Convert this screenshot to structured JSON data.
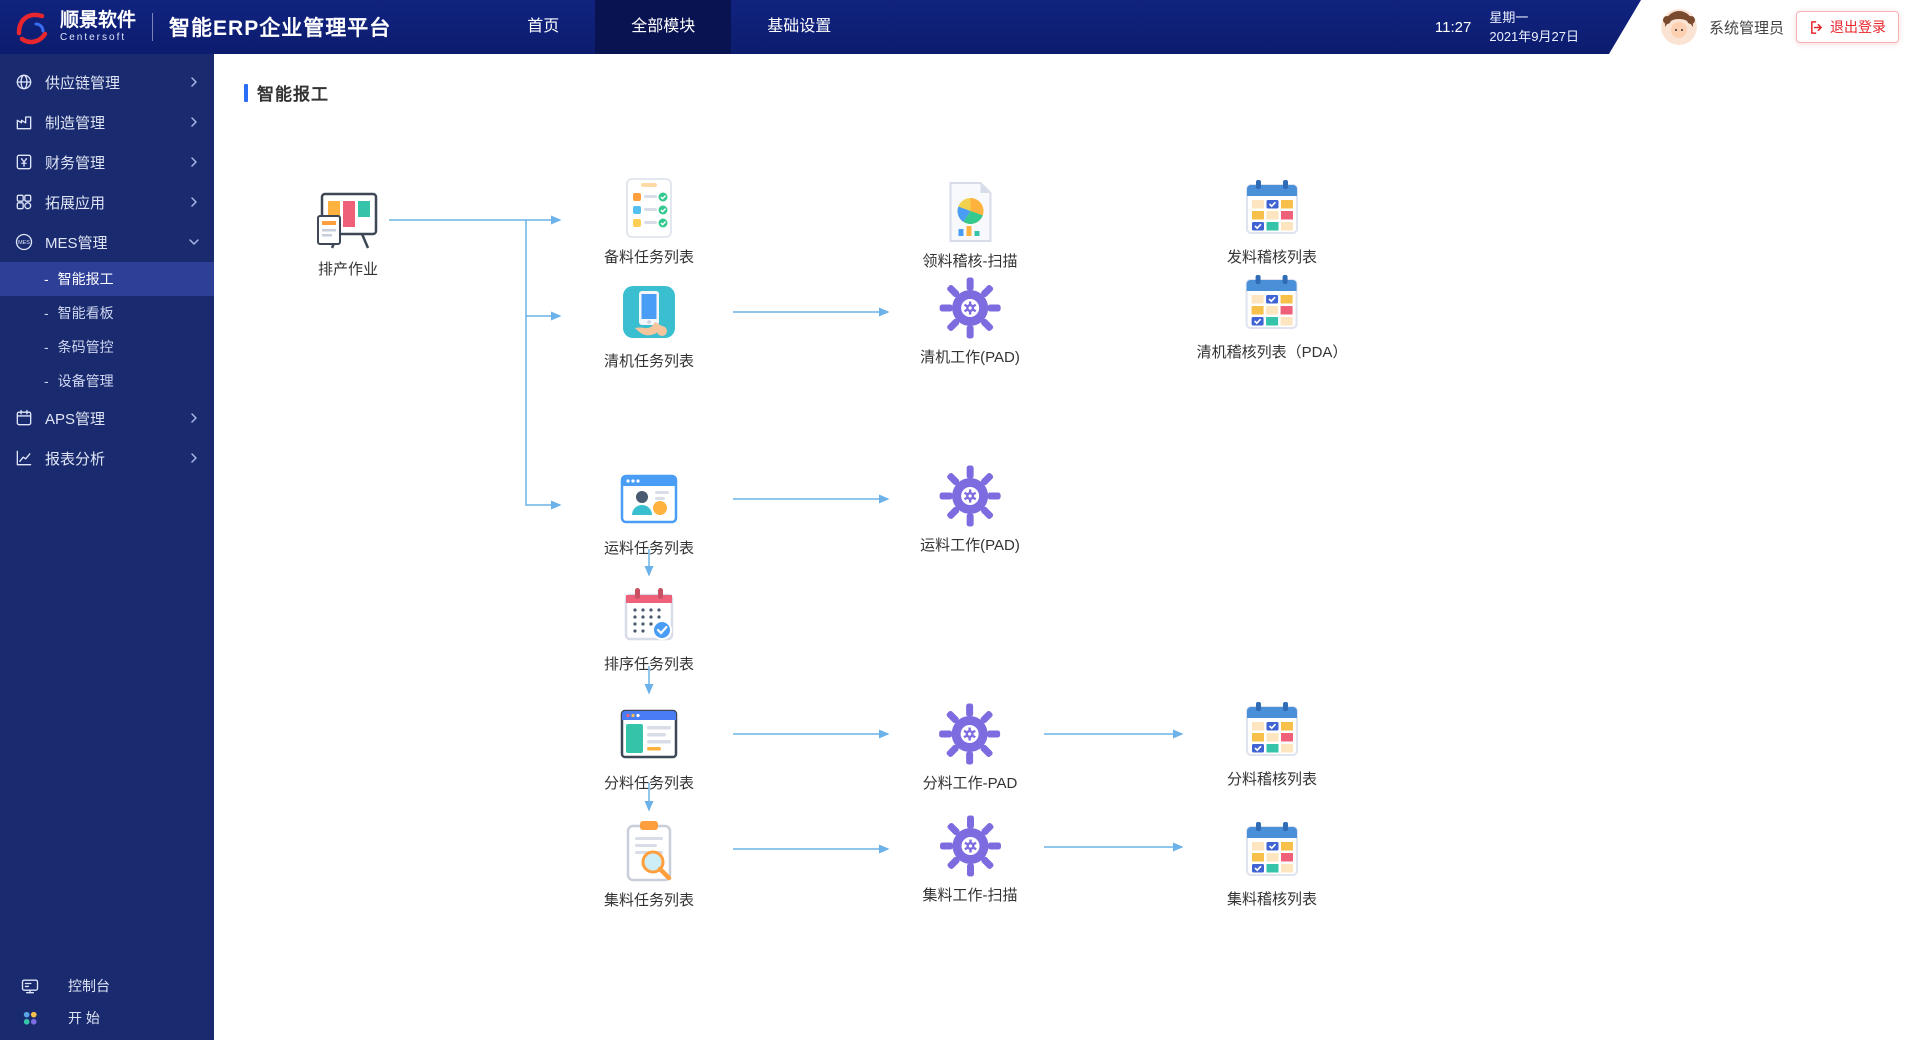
{
  "header": {
    "brand": {
      "name": "顺景软件",
      "sub": "Centersoft"
    },
    "app_title": "智能ERP企业管理平台",
    "tabs": [
      {
        "label": "首页",
        "active": false
      },
      {
        "label": "全部模块",
        "active": true
      },
      {
        "label": "基础设置",
        "active": false
      }
    ],
    "time": "11:27",
    "weekday": "星期一",
    "date": "2021年9月27日",
    "username": "系统管理员",
    "logout_label": "退出登录",
    "accent_red": "#e8262d"
  },
  "sidebar": {
    "bullet": "-",
    "groups": [
      {
        "label": "供应链管理",
        "icon": "supply-chain-icon",
        "state": "collapsed"
      },
      {
        "label": "制造管理",
        "icon": "manufacturing-icon",
        "state": "collapsed"
      },
      {
        "label": "财务管理",
        "icon": "finance-icon",
        "state": "collapsed"
      },
      {
        "label": "拓展应用",
        "icon": "extension-apps-icon",
        "state": "collapsed"
      },
      {
        "label": "MES管理",
        "icon": "mes-icon",
        "state": "expanded"
      },
      {
        "label": "APS管理",
        "icon": "aps-calendar-icon",
        "state": "collapsed"
      },
      {
        "label": "报表分析",
        "icon": "report-chart-icon",
        "state": "collapsed"
      }
    ],
    "mes_children": [
      {
        "label": "智能报工",
        "active": true
      },
      {
        "label": "智能看板",
        "active": false
      },
      {
        "label": "条码管控",
        "active": false
      },
      {
        "label": "设备管理",
        "active": false
      }
    ],
    "footer": [
      {
        "label": "控制台",
        "icon": "console-monitor-icon"
      },
      {
        "label": "开 始",
        "icon": "start-icon"
      }
    ]
  },
  "main": {
    "page_title": "智能报工",
    "flow": {
      "arrow_color": "#6cb2e8",
      "nodes": [
        {
          "label": "排产作业",
          "icon": "schedule-board-icon"
        },
        {
          "label": "备料任务列表",
          "icon": "checklist-icon"
        },
        {
          "label": "领料稽核-扫描",
          "icon": "pie-document-icon"
        },
        {
          "label": "发料稽核列表",
          "icon": "audit-calendar-icon"
        },
        {
          "label": "清机任务列表",
          "icon": "phone-hand-icon"
        },
        {
          "label": "清机工作(PAD)",
          "icon": "gear-icon"
        },
        {
          "label": "清机稽核列表（PDA）",
          "icon": "audit-calendar-icon"
        },
        {
          "label": "运料任务列表",
          "icon": "browser-person-icon"
        },
        {
          "label": "运料工作(PAD)",
          "icon": "gear-icon"
        },
        {
          "label": "排序任务列表",
          "icon": "calendar-check-icon"
        },
        {
          "label": "分料任务列表",
          "icon": "window-list-icon"
        },
        {
          "label": "分料工作-PAD",
          "icon": "gear-icon"
        },
        {
          "label": "分料稽核列表",
          "icon": "audit-calendar-icon"
        },
        {
          "label": "集料任务列表",
          "icon": "clipboard-search-icon"
        },
        {
          "label": "集料工作-扫描",
          "icon": "gear-icon"
        },
        {
          "label": "集料稽核列表",
          "icon": "audit-calendar-icon"
        }
      ]
    }
  }
}
